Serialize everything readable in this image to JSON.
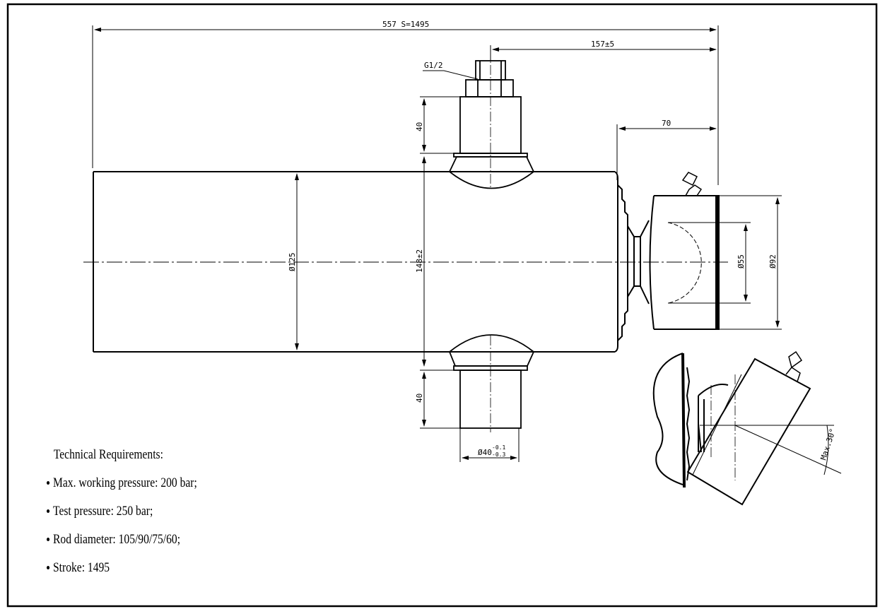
{
  "drawing": {
    "dimensions": {
      "overall": "557  S=1495",
      "port_offset": "157±5",
      "eye_offset": "70",
      "port_thread": "G1/2",
      "port_height_top": "40",
      "port_height_bottom": "40",
      "barrel_diameter": "Ø125",
      "trunnion_span": "148±2",
      "pin_diameter": "Ø55",
      "eye_diameter": "Ø92",
      "trunnion_diameter": "Ø40",
      "trunnion_tol_upper": "-0.1",
      "trunnion_tol_lower": "-0.3",
      "tilt_angle": "Max.30°"
    },
    "requirements": {
      "title": "Technical Requirements:",
      "items": [
        "Max. working pressure: 200 bar;",
        "Test pressure: 250 bar;",
        "Rod diameter: 105/90/75/60;",
        "Stroke: 1495"
      ]
    }
  }
}
